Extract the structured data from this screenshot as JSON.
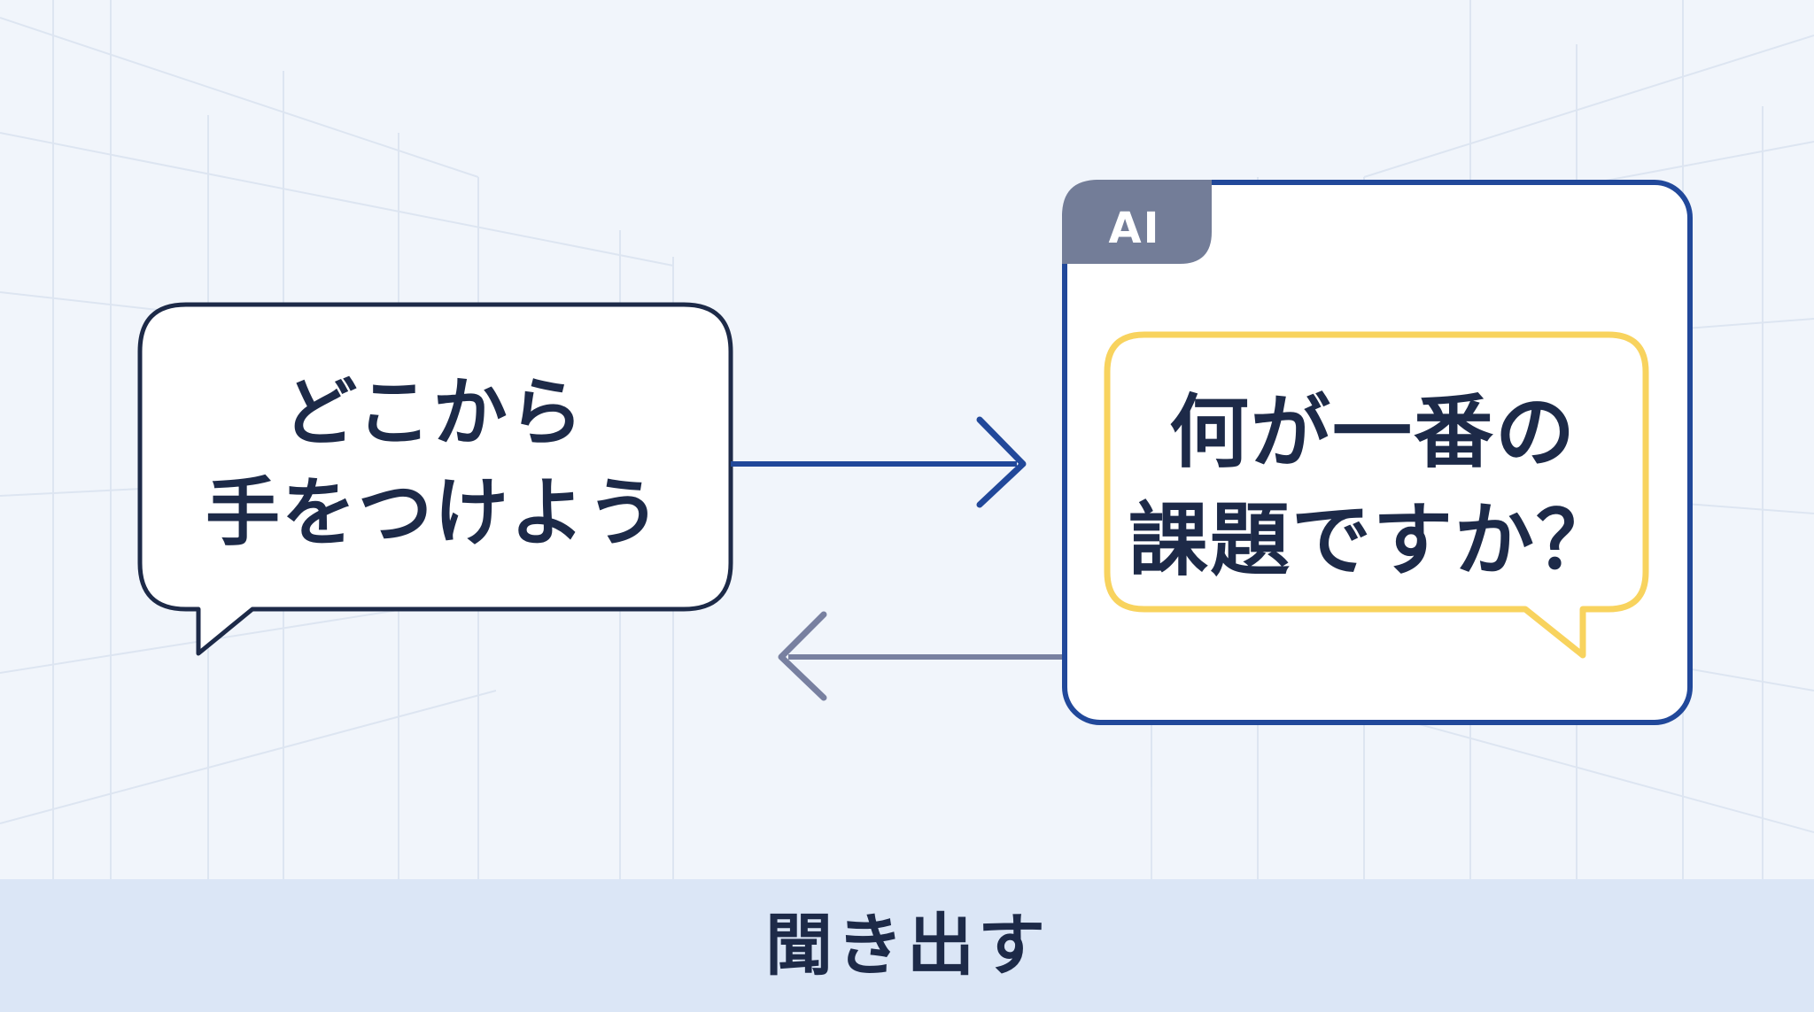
{
  "left_bubble": {
    "lines": [
      "どこから",
      "手をつけよう"
    ]
  },
  "right_panel": {
    "tag": "AI",
    "question_lines": [
      "何が一番の",
      "課題ですか？"
    ]
  },
  "footer": {
    "label": "聞き出す"
  },
  "colors": {
    "background": "#f1f5fb",
    "navy": "#1d2a48",
    "blue_accent": "#21489a",
    "gray_arrow": "#7880a0",
    "tag_fill": "#737d98",
    "yellow": "#f8d35e",
    "footer_bar": "#dbe6f6"
  }
}
